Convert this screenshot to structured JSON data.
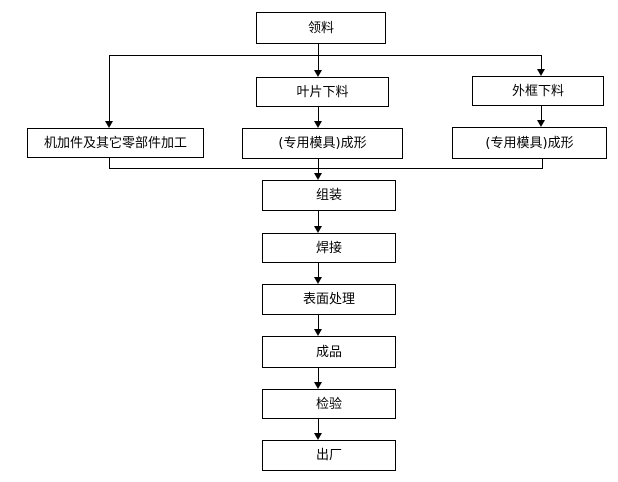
{
  "flowchart": {
    "type": "process-flow-diagram",
    "colors": {
      "line": "#000000",
      "node_border": "#000000",
      "node_fill": "#ffffff",
      "text": "#000000",
      "background": "#ffffff"
    },
    "nodes": [
      {
        "id": "material-requisition",
        "label": "领料"
      },
      {
        "id": "blade-cutting",
        "label": "叶片下料"
      },
      {
        "id": "frame-cutting",
        "label": "外框下料"
      },
      {
        "id": "machining-parts",
        "label": "机加件及其它零部件加工"
      },
      {
        "id": "forming-left",
        "label": "(专用模具)成形"
      },
      {
        "id": "forming-right",
        "label": "(专用模具)成形"
      },
      {
        "id": "assembly",
        "label": "组装"
      },
      {
        "id": "welding",
        "label": "焊接"
      },
      {
        "id": "surface-treatment",
        "label": "表面处理"
      },
      {
        "id": "finished-product",
        "label": "成品"
      },
      {
        "id": "inspection",
        "label": "检验"
      },
      {
        "id": "delivery",
        "label": "出厂"
      }
    ],
    "edges": [
      {
        "from": "material-requisition",
        "to": "machining-parts"
      },
      {
        "from": "material-requisition",
        "to": "blade-cutting"
      },
      {
        "from": "material-requisition",
        "to": "frame-cutting"
      },
      {
        "from": "blade-cutting",
        "to": "forming-left"
      },
      {
        "from": "frame-cutting",
        "to": "forming-right"
      },
      {
        "from": "machining-parts",
        "to": "assembly"
      },
      {
        "from": "forming-left",
        "to": "assembly"
      },
      {
        "from": "forming-right",
        "to": "assembly"
      },
      {
        "from": "assembly",
        "to": "welding"
      },
      {
        "from": "welding",
        "to": "surface-treatment"
      },
      {
        "from": "surface-treatment",
        "to": "finished-product"
      },
      {
        "from": "finished-product",
        "to": "inspection"
      },
      {
        "from": "inspection",
        "to": "delivery"
      }
    ]
  }
}
